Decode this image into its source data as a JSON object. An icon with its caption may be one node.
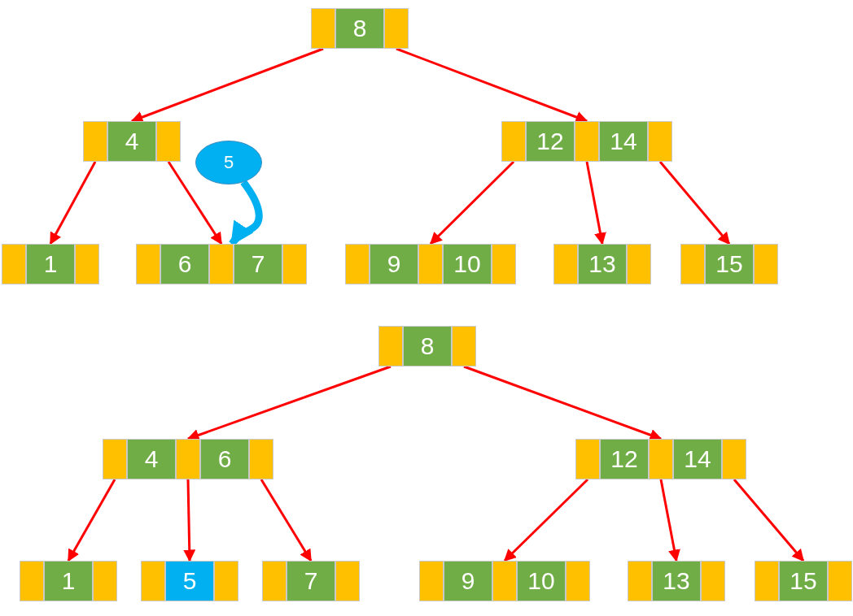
{
  "diagram": {
    "nodes": [
      {
        "text": [
          "8"
        ]
      },
      {
        "text": [
          "4"
        ]
      },
      {
        "text": [
          "12",
          "14"
        ]
      },
      {
        "text": [
          "1"
        ]
      },
      {
        "text": [
          "6",
          "7"
        ]
      },
      {
        "text": [
          "9",
          "10"
        ]
      },
      {
        "text": [
          "13"
        ]
      },
      {
        "text": [
          "15"
        ]
      },
      {
        "text": [
          "5"
        ]
      },
      {
        "text": [
          "8"
        ]
      },
      {
        "text": [
          "4",
          "6"
        ]
      },
      {
        "text": [
          "12",
          "14"
        ]
      },
      {
        "text": [
          "1"
        ]
      },
      {
        "text": [
          "5"
        ]
      },
      {
        "text": [
          "7"
        ]
      },
      {
        "text": [
          "9",
          "10"
        ]
      },
      {
        "text": [
          "13"
        ]
      },
      {
        "text": [
          "15"
        ]
      }
    ],
    "edges": [
      {
        "from": 0,
        "to": 1,
        "arrow": "to"
      },
      {
        "from": 0,
        "to": 2,
        "arrow": "to"
      },
      {
        "from": 1,
        "to": 3,
        "arrow": "to"
      },
      {
        "from": 1,
        "to": 4,
        "arrow": "to"
      },
      {
        "from": 2,
        "to": 5,
        "arrow": "to"
      },
      {
        "from": 2,
        "to": 6,
        "arrow": "to"
      },
      {
        "from": 2,
        "to": 7,
        "arrow": "to"
      },
      {
        "from": 8,
        "to": 4,
        "arrow": "to",
        "style": "thick",
        "color": "#00b0f0"
      },
      {
        "from": 9,
        "to": 10,
        "arrow": "to"
      },
      {
        "from": 9,
        "to": 11,
        "arrow": "to"
      },
      {
        "from": 10,
        "to": 12,
        "arrow": "to"
      },
      {
        "from": 10,
        "to": 13,
        "arrow": "to"
      },
      {
        "from": 10,
        "to": 14,
        "arrow": "to"
      },
      {
        "from": 11,
        "to": 15,
        "arrow": "to"
      },
      {
        "from": 11,
        "to": 16,
        "arrow": "to"
      },
      {
        "from": 11,
        "to": 17,
        "arrow": "to"
      }
    ]
  }
}
